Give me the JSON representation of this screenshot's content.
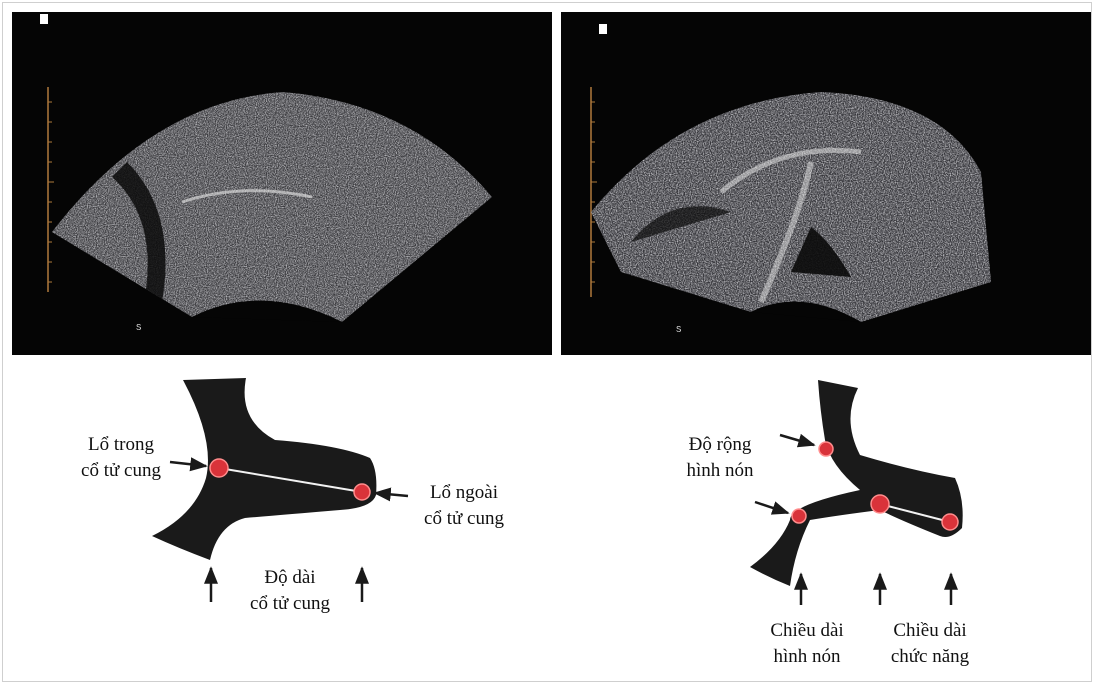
{
  "colors": {
    "tissue": "#1a1a1a",
    "marker": "#d9333a",
    "line": "#f2f2f2"
  },
  "ultrasound_left": {
    "scale_marker": "S"
  },
  "ultrasound_right": {
    "scale_marker": "S"
  },
  "diagram_left": {
    "internal_os": [
      "Lổ trong",
      "cổ tử cung"
    ],
    "external_os": [
      "Lổ ngoài",
      "cổ tử cung"
    ],
    "cervical_length": [
      "Độ dài",
      "cổ tử cung"
    ]
  },
  "diagram_right": {
    "funnel_width": [
      "Độ rộng",
      "hình nón"
    ],
    "funnel_length": [
      "Chiều dài",
      "hình nón"
    ],
    "functional_length": [
      "Chiều dài",
      "chức năng"
    ]
  }
}
